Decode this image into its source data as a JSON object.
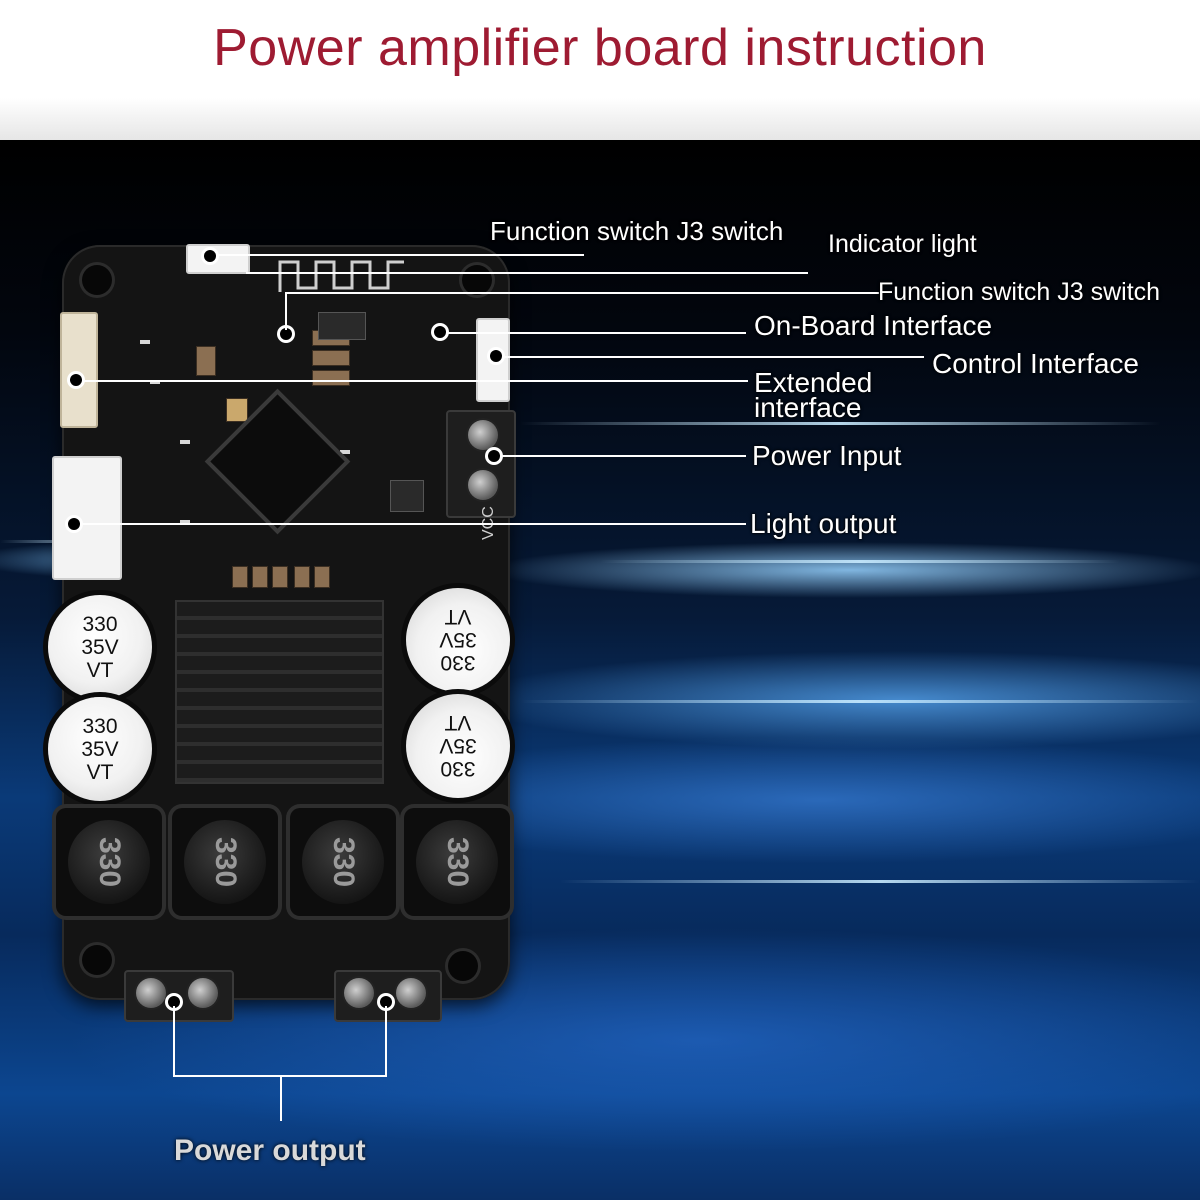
{
  "title": "Power amplifier board instruction",
  "labels": {
    "function_switch_top": "Function switch J3 switch",
    "indicator_light": "Indicator light",
    "function_switch_2": "Function switch J3 switch",
    "on_board_interface": "On-Board Interface",
    "control_interface": "Control Interface",
    "extended_interface_line1": "Extended",
    "extended_interface_line2": "interface",
    "power_input": "Power Input",
    "light_output": "Light output",
    "power_output": "Power output"
  },
  "board_markings": {
    "cap_value": "330",
    "cap_voltage": "35V",
    "cap_brand": "VT",
    "inductor_value": "330",
    "vcc": "VCC"
  },
  "colors": {
    "title": "#9e1b32",
    "board": "#141414",
    "background_glow": "#0a3a78"
  }
}
